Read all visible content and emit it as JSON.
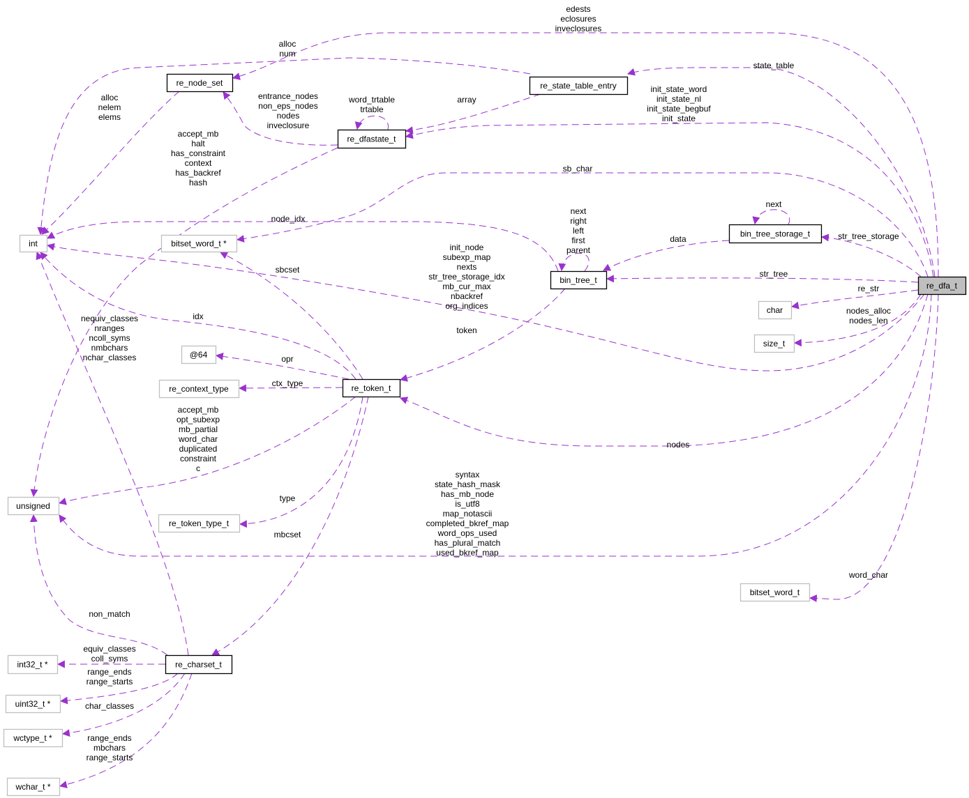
{
  "diagram": {
    "edge_color": "#9a32cd",
    "nodes": [
      {
        "id": "re_dfa_t",
        "label": "re_dfa_t",
        "kind": "root"
      },
      {
        "id": "re_node_set",
        "label": "re_node_set",
        "kind": "bold"
      },
      {
        "id": "re_state_table_entry",
        "label": "re_state_table_entry",
        "kind": "bold"
      },
      {
        "id": "re_dfastate_t",
        "label": "re_dfastate_t",
        "kind": "bold"
      },
      {
        "id": "int",
        "label": "int",
        "kind": "gray"
      },
      {
        "id": "bitset_word_t_ptr",
        "label": "bitset_word_t *",
        "kind": "gray"
      },
      {
        "id": "bin_tree_storage_t",
        "label": "bin_tree_storage_t",
        "kind": "bold"
      },
      {
        "id": "bin_tree_t",
        "label": "bin_tree_t",
        "kind": "bold"
      },
      {
        "id": "char",
        "label": "char",
        "kind": "gray"
      },
      {
        "id": "size_t",
        "label": "size_t",
        "kind": "gray"
      },
      {
        "id": "at64",
        "label": "@64",
        "kind": "gray"
      },
      {
        "id": "re_context_type",
        "label": "re_context_type",
        "kind": "gray"
      },
      {
        "id": "re_token_t",
        "label": "re_token_t",
        "kind": "bold"
      },
      {
        "id": "unsigned",
        "label": "unsigned",
        "kind": "gray"
      },
      {
        "id": "re_token_type_t",
        "label": "re_token_type_t",
        "kind": "gray"
      },
      {
        "id": "bitset_word_t",
        "label": "bitset_word_t",
        "kind": "gray"
      },
      {
        "id": "re_charset_t",
        "label": "re_charset_t",
        "kind": "bold"
      },
      {
        "id": "int32_t_ptr",
        "label": "int32_t *",
        "kind": "gray"
      },
      {
        "id": "uint32_t_ptr",
        "label": "uint32_t *",
        "kind": "gray"
      },
      {
        "id": "wctype_t_ptr",
        "label": "wctype_t *",
        "kind": "gray"
      },
      {
        "id": "wchar_t_ptr",
        "label": "wchar_t *",
        "kind": "gray"
      }
    ],
    "edges": [
      {
        "from": "re_dfa_t",
        "to": "re_node_set",
        "labels": [
          "edests",
          "eclosures",
          "inveclosures"
        ]
      },
      {
        "from": "re_dfa_t",
        "to": "re_state_table_entry",
        "labels": [
          "state_table"
        ]
      },
      {
        "from": "re_dfa_t",
        "to": "re_dfastate_t",
        "labels": [
          "init_state_word",
          "init_state_nl",
          "init_state_begbuf",
          "init_state"
        ]
      },
      {
        "from": "re_dfa_t",
        "to": "bitset_word_t_ptr",
        "labels": [
          "sb_char"
        ]
      },
      {
        "from": "re_dfa_t",
        "to": "bin_tree_storage_t",
        "labels": [
          "str_tree_storage"
        ]
      },
      {
        "from": "re_dfa_t",
        "to": "bin_tree_t",
        "labels": [
          "str_tree"
        ]
      },
      {
        "from": "re_dfa_t",
        "to": "char",
        "labels": [
          "re_str"
        ]
      },
      {
        "from": "re_dfa_t",
        "to": "size_t",
        "labels": [
          "nodes_alloc",
          "nodes_len"
        ]
      },
      {
        "from": "re_dfa_t",
        "to": "int",
        "labels": [
          "init_node",
          "subexp_map",
          "nexts",
          "str_tree_storage_idx",
          "mb_cur_max",
          "nbackref",
          "org_indices"
        ]
      },
      {
        "from": "re_dfa_t",
        "to": "re_token_t",
        "labels": [
          "nodes"
        ]
      },
      {
        "from": "re_dfa_t",
        "to": "unsigned",
        "labels": [
          "syntax",
          "state_hash_mask",
          "has_mb_node",
          "is_utf8",
          "map_notascii",
          "completed_bkref_map",
          "word_ops_used",
          "has_plural_match",
          "used_bkref_map"
        ]
      },
      {
        "from": "re_dfa_t",
        "to": "bitset_word_t",
        "labels": [
          "word_char"
        ]
      },
      {
        "from": "re_state_table_entry",
        "to": "int",
        "labels": [
          "alloc",
          "num"
        ]
      },
      {
        "from": "re_state_table_entry",
        "to": "re_dfastate_t",
        "labels": [
          "array"
        ]
      },
      {
        "from": "re_dfastate_t",
        "to": "re_dfastate_t",
        "labels": [
          "word_trtable",
          "trtable"
        ]
      },
      {
        "from": "re_dfastate_t",
        "to": "re_node_set",
        "labels": [
          "entrance_nodes",
          "non_eps_nodes",
          "nodes",
          "inveclosure"
        ]
      },
      {
        "from": "re_dfastate_t",
        "to": "unsigned",
        "labels": [
          "accept_mb",
          "halt",
          "has_constraint",
          "context",
          "has_backref",
          "hash"
        ]
      },
      {
        "from": "re_node_set",
        "to": "int",
        "labels": [
          "alloc",
          "nelem",
          "elems"
        ]
      },
      {
        "from": "bin_tree_t",
        "to": "int",
        "labels": [
          "node_idx"
        ]
      },
      {
        "from": "bin_tree_t",
        "to": "bin_tree_t",
        "labels": [
          "next",
          "right",
          "left",
          "first",
          "parent"
        ]
      },
      {
        "from": "bin_tree_storage_t",
        "to": "bin_tree_storage_t",
        "labels": [
          "next"
        ]
      },
      {
        "from": "bin_tree_storage_t",
        "to": "bin_tree_t",
        "labels": [
          "data"
        ]
      },
      {
        "from": "bin_tree_t",
        "to": "re_token_t",
        "labels": [
          "token"
        ]
      },
      {
        "from": "re_token_t",
        "to": "int",
        "labels": [
          "idx"
        ]
      },
      {
        "from": "re_token_t",
        "to": "bitset_word_t_ptr",
        "labels": [
          "sbcset"
        ]
      },
      {
        "from": "re_token_t",
        "to": "at64",
        "labels": [
          "opr"
        ]
      },
      {
        "from": "re_token_t",
        "to": "re_context_type",
        "labels": [
          "ctx_type"
        ]
      },
      {
        "from": "re_token_t",
        "to": "unsigned",
        "labels": [
          "accept_mb",
          "opt_subexp",
          "mb_partial",
          "word_char",
          "duplicated",
          "constraint",
          "c"
        ]
      },
      {
        "from": "re_token_t",
        "to": "re_token_type_t",
        "labels": [
          "type"
        ]
      },
      {
        "from": "re_token_t",
        "to": "re_charset_t",
        "labels": [
          "mbcset"
        ]
      },
      {
        "from": "re_charset_t",
        "to": "int",
        "labels": [
          "nequiv_classes",
          "nranges",
          "ncoll_syms",
          "nmbchars",
          "nchar_classes"
        ]
      },
      {
        "from": "re_charset_t",
        "to": "unsigned",
        "labels": [
          "non_match"
        ]
      },
      {
        "from": "re_charset_t",
        "to": "int32_t_ptr",
        "labels": [
          "equiv_classes",
          "coll_syms"
        ]
      },
      {
        "from": "re_charset_t",
        "to": "uint32_t_ptr",
        "labels": [
          "range_ends",
          "range_starts"
        ]
      },
      {
        "from": "re_charset_t",
        "to": "wctype_t_ptr",
        "labels": [
          "char_classes"
        ]
      },
      {
        "from": "re_charset_t",
        "to": "wchar_t_ptr",
        "labels": [
          "range_ends",
          "mbchars",
          "range_starts"
        ]
      }
    ]
  }
}
